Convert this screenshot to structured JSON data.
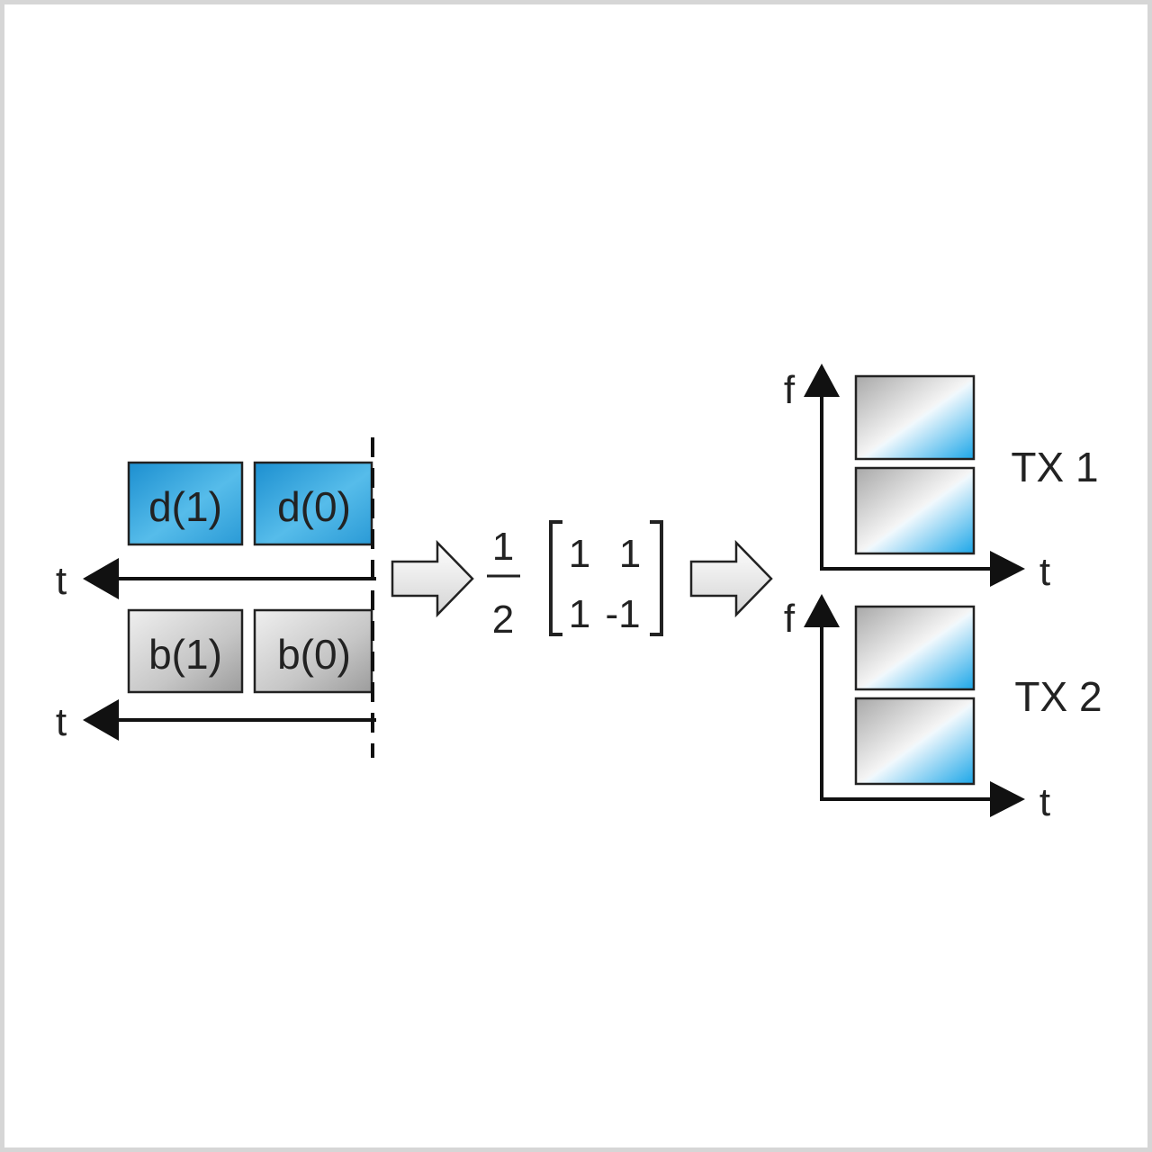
{
  "input": {
    "data_blocks": [
      "d(1)",
      "d(0)"
    ],
    "pilot_blocks": [
      "b(1)",
      "b(0)"
    ],
    "time_axis_label": "t"
  },
  "transform": {
    "scale_numerator": "1",
    "scale_denominator": "2",
    "matrix": [
      [
        "1",
        "1"
      ],
      [
        "1",
        "-1"
      ]
    ]
  },
  "output": {
    "tx1_label": "TX 1",
    "tx2_label": "TX 2",
    "freq_axis_label": "f",
    "time_axis_label": "t"
  },
  "colors": {
    "data_block": "#3aa9dd",
    "pilot_block": "#c4c4c4",
    "outline": "#222222",
    "border": "#d6d6d6"
  }
}
